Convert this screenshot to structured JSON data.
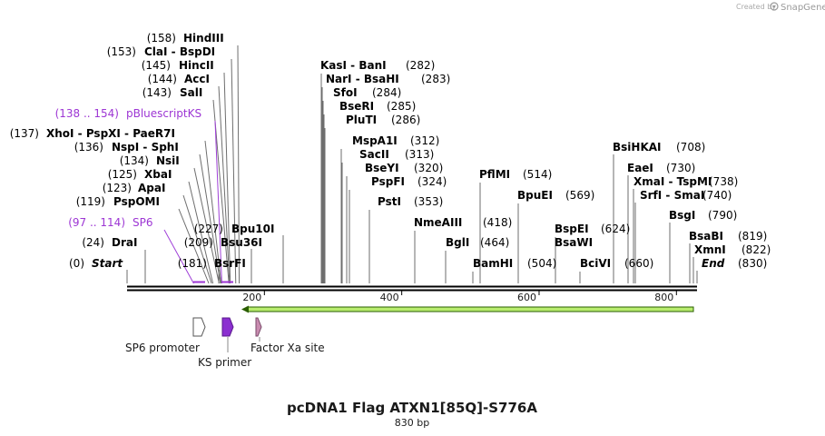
{
  "branding": {
    "created_by": "Created by",
    "logo_text": "SnapGene"
  },
  "map": {
    "title": "pcDNA1 Flag ATXN1[85Q]-S776A",
    "subtitle": "830 bp",
    "length": 830,
    "ticks": [
      {
        "pos": 200,
        "label": "200"
      },
      {
        "pos": 400,
        "label": "400"
      },
      {
        "pos": 600,
        "label": "600"
      },
      {
        "pos": 800,
        "label": "800"
      }
    ],
    "colors": {
      "orf": "#b8ec6e",
      "orf_outline": "#2a5e00",
      "primer": "#9d36d4",
      "primer_arrow": "#7a20b8",
      "factor_xa": "#c98cb0",
      "backbone": "#000000"
    }
  },
  "left_sites": [
    {
      "pos": "(158)",
      "name": "HindIII",
      "site": 158
    },
    {
      "pos": "(153)",
      "name": "ClaI  - BspDI",
      "site": 153
    },
    {
      "pos": "(145)",
      "name": "HincII",
      "site": 145
    },
    {
      "pos": "(144)",
      "name": "AccI",
      "site": 144
    },
    {
      "pos": "(143)",
      "name": "SalI",
      "site": 143
    },
    {
      "pos": "(138 .. 154)",
      "name": "pBluescriptKS",
      "site": 138,
      "purple": true
    },
    {
      "pos": "(137)",
      "name": "XhoI  - PspXI  - PaeR7I",
      "site": 137
    },
    {
      "pos": "(136)",
      "name": "NspI  - SphI",
      "site": 136
    },
    {
      "pos": "(134)",
      "name": "NsiI",
      "site": 134
    },
    {
      "pos": "(125)",
      "name": "XbaI",
      "site": 125
    },
    {
      "pos": "(123)",
      "name": "ApaI",
      "site": 123
    },
    {
      "pos": "(119)",
      "name": "PspOMI",
      "site": 119
    },
    {
      "pos": "(97 .. 114)",
      "name": "SP6",
      "site": 97,
      "purple": true
    },
    {
      "pos": "(24)",
      "name": "DraI",
      "site": 24
    },
    {
      "pos": "(0)",
      "name": "Start",
      "site": 0,
      "italic": true
    }
  ],
  "mid_low_sites": [
    {
      "pos": "(227)",
      "name": "Bpu10I",
      "site": 227
    },
    {
      "pos": "(209)",
      "name": "Bsu36I",
      "site": 209
    },
    {
      "pos": "(181)",
      "name": "BsrFI",
      "site": 181
    }
  ],
  "center_sites": [
    {
      "name": "KasI  - BanI",
      "pos": "(282)",
      "site": 282
    },
    {
      "name": "NarI  - BsaHI",
      "pos": "(283)",
      "site": 283
    },
    {
      "name": "SfoI",
      "pos": "(284)",
      "site": 284
    },
    {
      "name": "BseRI",
      "pos": "(285)",
      "site": 285
    },
    {
      "name": "PluTI",
      "pos": "(286)",
      "site": 286
    },
    {
      "name": "MspA1I",
      "pos": "(312)",
      "site": 312
    },
    {
      "name": "SacII",
      "pos": "(313)",
      "site": 313
    },
    {
      "name": "BseYI",
      "pos": "(320)",
      "site": 320
    },
    {
      "name": "PspFI",
      "pos": "(324)",
      "site": 324
    },
    {
      "name": "PstI",
      "pos": "(353)",
      "site": 353
    },
    {
      "name": "NmeAIII",
      "pos": "(418)",
      "site": 418
    },
    {
      "name": "BglI",
      "pos": "(464)",
      "site": 464
    },
    {
      "name": "PflMI",
      "pos": "(514)",
      "site": 514
    },
    {
      "name": "BamHI",
      "pos": "(504)",
      "site": 504
    },
    {
      "name": "BpuEI",
      "pos": "(569)",
      "site": 569
    },
    {
      "name": "BspEI",
      "pos": "(624)",
      "site": 624
    },
    {
      "name": "BsaWI",
      "pos": "",
      "site": 624
    },
    {
      "name": "BciVI",
      "pos": "(660)",
      "site": 660
    }
  ],
  "right_sites": [
    {
      "name": "BsiHKAI",
      "pos": "(708)",
      "site": 708
    },
    {
      "name": "EaeI",
      "pos": "(730)",
      "site": 730
    },
    {
      "name": "XmaI  - TspMI",
      "pos": "(738)",
      "site": 738
    },
    {
      "name": "SrfI  - SmaI",
      "pos": "(740)",
      "site": 740
    },
    {
      "name": "BsgI",
      "pos": "(790)",
      "site": 790
    },
    {
      "name": "BsaBI",
      "pos": "(819)",
      "site": 819
    },
    {
      "name": "XmnI",
      "pos": "(822)",
      "site": 822
    },
    {
      "name": "End",
      "pos": "(830)",
      "site": 830,
      "italic": true
    }
  ],
  "features": [
    {
      "name": "SP6 promoter",
      "kind": "promoter"
    },
    {
      "name": "KS primer",
      "kind": "primer"
    },
    {
      "name": "Factor Xa site",
      "kind": "site"
    }
  ]
}
